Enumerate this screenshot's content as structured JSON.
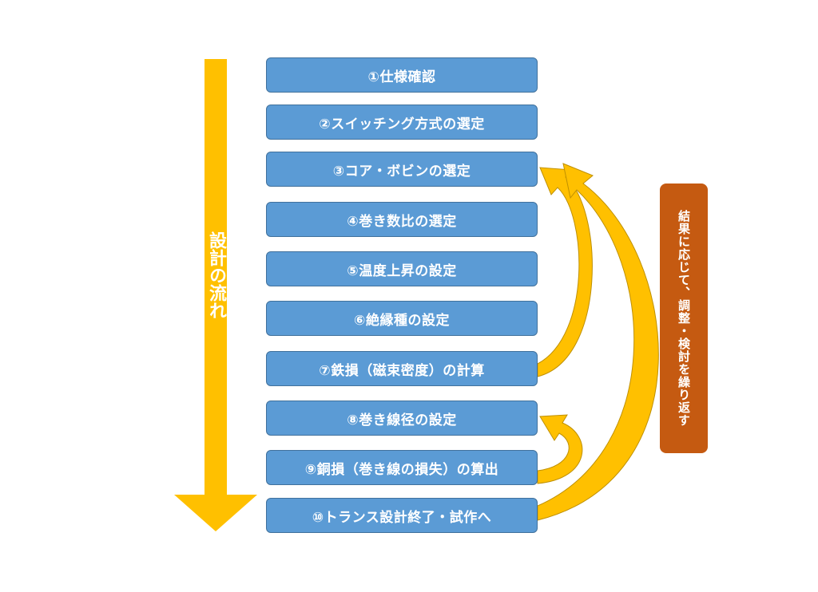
{
  "flow_label": "設計の流れ",
  "iterate_label": "結果に応じて、調整・検討を繰り返す",
  "steps": [
    "①仕様確認",
    "②スイッチング方式の選定",
    "③コア・ボビンの選定",
    "④巻き数比の選定",
    "⑤温度上昇の設定",
    "⑥絶縁種の設定",
    "⑦鉄損（磁束密度）の計算",
    "⑧巻き線径の設定",
    "⑨銅損（巻き線の損失）の算出",
    "⑩トランス設計終了・試作へ"
  ],
  "colors": {
    "step_fill": "#5b9bd5",
    "step_border": "#41719c",
    "flow_arrow": "#ffc000",
    "loop_arrow": "#ffc000",
    "loop_arrow_outline": "#bf9000",
    "iterate_box": "#c55a11"
  }
}
